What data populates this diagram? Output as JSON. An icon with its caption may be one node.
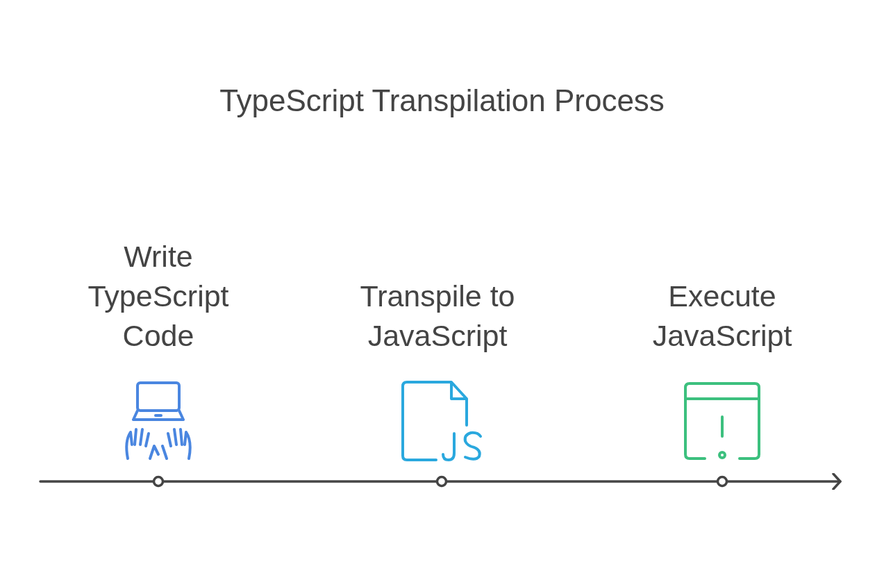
{
  "diagram": {
    "title": "TypeScript Transpilation Process",
    "nodes": [
      {
        "text": [
          "Write TypeScript Code"
        ]
      },
      {
        "text": [
          "Transpile to JavaScript"
        ]
      },
      {
        "text": [
          "Execute JavaScript"
        ]
      },
      {
        "text": [],
        "shape": "circle"
      },
      {
        "text": [],
        "shape": "circle"
      },
      {
        "text": [],
        "shape": "circle"
      }
    ],
    "edges": [
      {
        "from": null,
        "to": 3,
        "arrow": "none"
      },
      {
        "from": 3,
        "to": 4,
        "arrow": "none"
      },
      {
        "from": 4,
        "to": 5,
        "arrow": "none"
      },
      {
        "from": 5,
        "to": null,
        "arrow": "to"
      }
    ]
  }
}
